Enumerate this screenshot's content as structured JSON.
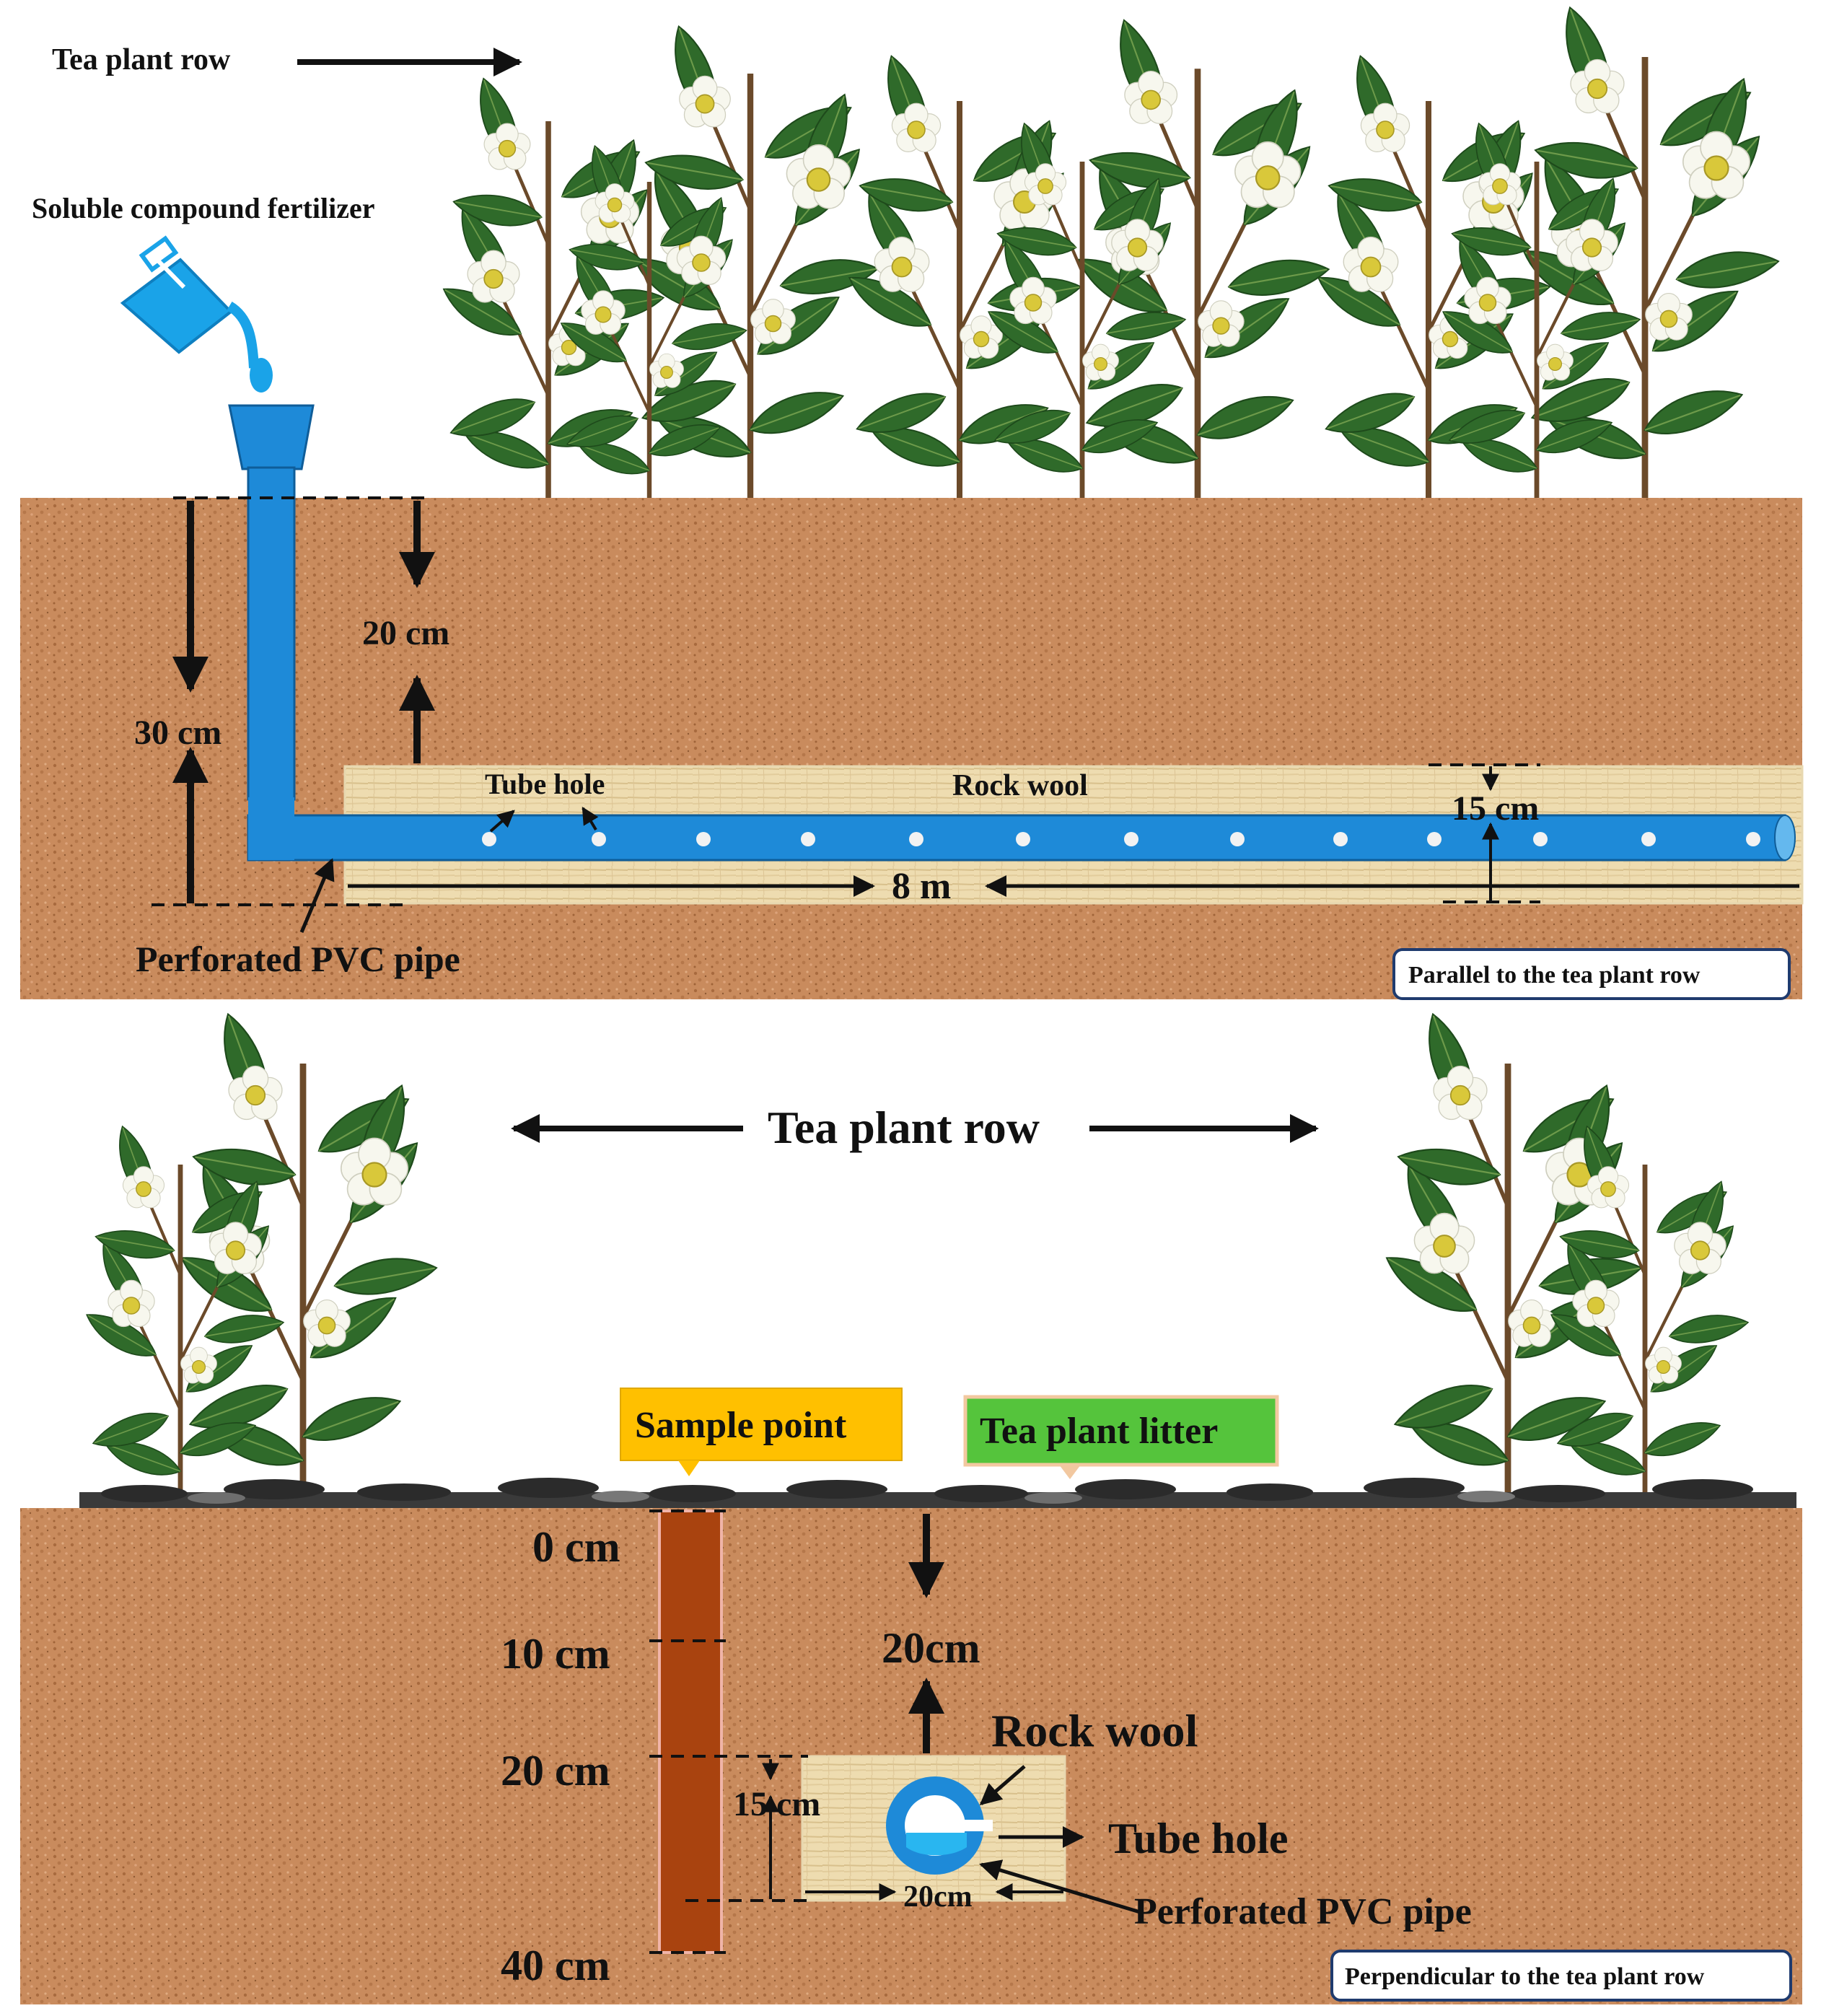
{
  "top_panel": {
    "tea_plant_row": "Tea plant row",
    "fertilizer": "Soluble compound fertilizer",
    "depth_20": "20 cm",
    "depth_30": "30 cm",
    "tube_hole": "Tube hole",
    "rock_wool": "Rock wool",
    "width_15": "15 cm",
    "length_8": "8 m",
    "pipe": "Perforated PVC pipe",
    "orientation": "Parallel to the tea plant row"
  },
  "bottom_panel": {
    "tea_plant_row": "Tea plant row",
    "sample_point": "Sample point",
    "tea_litter": "Tea plant litter",
    "depth_0": "0 cm",
    "depth_10": "10 cm",
    "depth_20": "20 cm",
    "depth_40": "40 cm",
    "depth_20cm": "20cm",
    "rock_wool": "Rock wool",
    "width_15": "15 cm",
    "tube_hole": "Tube hole",
    "width_20cm": "20cm",
    "pipe": "Perforated PVC pipe",
    "orientation": "Perpendicular  to the tea plant row"
  },
  "colors": {
    "soil": "#c88a5c",
    "pipe": "#1e8ad8",
    "rockwool": "#eedcb0",
    "sample_column": "#a9430f",
    "sample_label_bg": "#ffc000",
    "litter_label_bg": "#55c43c",
    "leaf": "#2f6a2a"
  }
}
